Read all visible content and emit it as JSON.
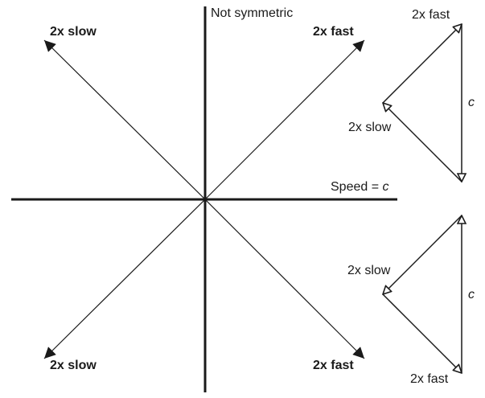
{
  "axes": {
    "vertical_label": "Not symmetric",
    "horizontal_label_prefix": "Speed = ",
    "horizontal_label_var": "c"
  },
  "diagonals": {
    "top_left": "2x slow",
    "top_right": "2x fast",
    "bottom_left": "2x slow",
    "bottom_right": "2x fast"
  },
  "triangle_top": {
    "top_label": "2x fast",
    "left_label": "2x slow",
    "side_label": "c"
  },
  "triangle_bottom": {
    "left_label": "2x slow",
    "bottom_label": "2x fast",
    "side_label": "c"
  },
  "colors": {
    "ink": "#1a1a1a",
    "bg": "#ffffff"
  }
}
